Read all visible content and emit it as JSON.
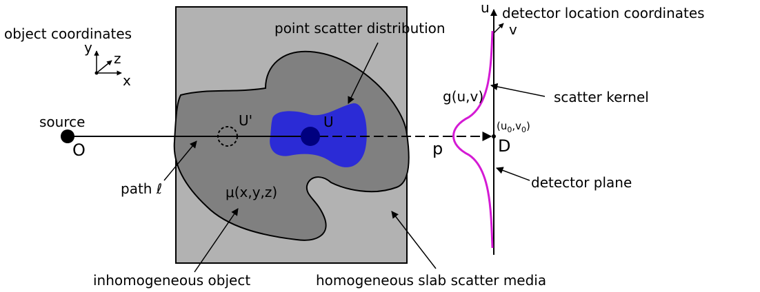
{
  "labels": {
    "object_coordinates": "object coordinates",
    "axis_x": "x",
    "axis_y": "y",
    "axis_z": "z",
    "source": "source",
    "source_point": "O",
    "path": "path ℓ",
    "mu": "μ(x,y,z)",
    "inhomogeneous_object": "inhomogeneous object",
    "homogeneous_slab": "homogeneous slab scatter media",
    "point_scatter_distribution": "point scatter distribution",
    "u_prime": "U'",
    "u_point": "U",
    "p_point": "p",
    "d_point": "D",
    "g_kernel": "g(u,v)",
    "scatter_kernel": "scatter kernel",
    "detector_plane": "detector plane",
    "detector_location_coordinates": "detector location coordinates",
    "det_axis_u": "u",
    "det_axis_v": "v",
    "d_coord_open": "(u",
    "d_coord_u_sub": "0",
    "d_coord_mid": ",v",
    "d_coord_v_sub": "0",
    "d_coord_close": ")"
  },
  "colors": {
    "slab": "#b2b2b2",
    "object": "#808080",
    "scatter_region": "#2b2bd6",
    "scatter_point": "#00007f",
    "kernel_curve": "#d41ad4",
    "ink": "#000000"
  }
}
